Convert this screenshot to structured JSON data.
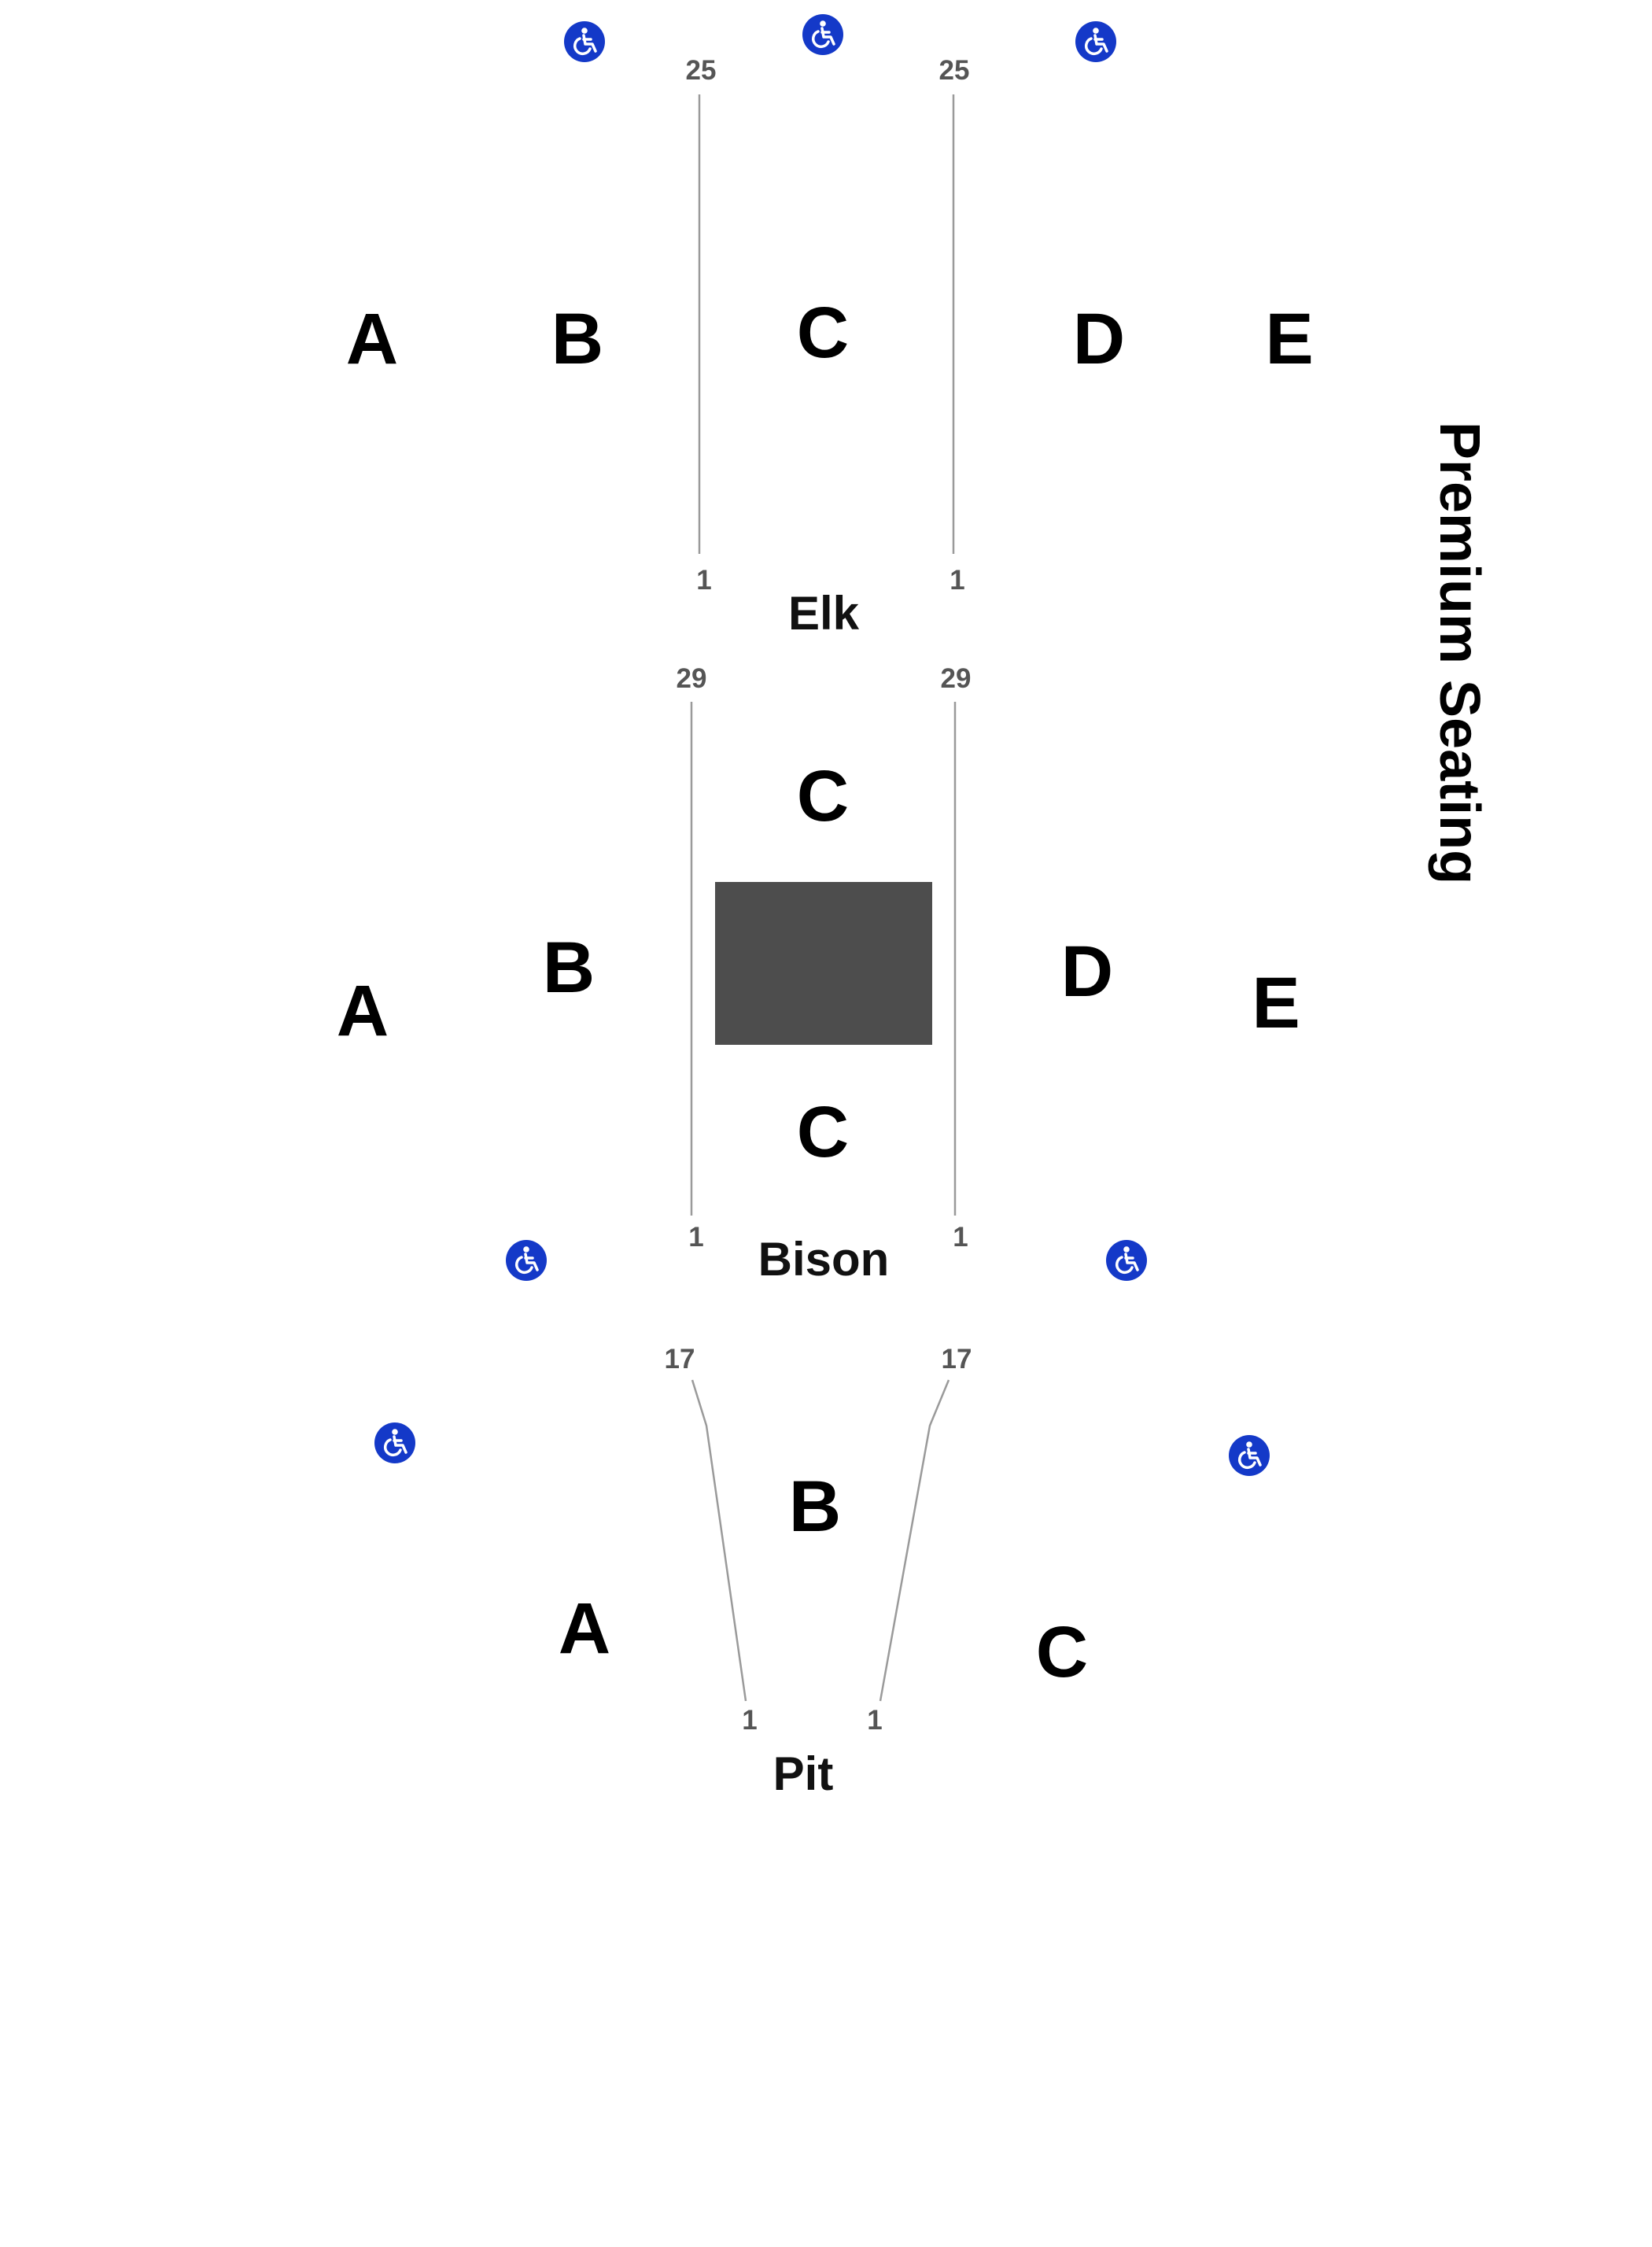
{
  "map": {
    "premium_label": "Premium Seating",
    "levels": {
      "elk": {
        "name": "Elk",
        "sections": [
          "A",
          "B",
          "C",
          "D",
          "E"
        ],
        "aisle_left": {
          "top": "25",
          "bottom": "1"
        },
        "aisle_right": {
          "top": "25",
          "bottom": "1"
        }
      },
      "bison": {
        "name": "Bison",
        "sections": [
          "A",
          "B",
          "C",
          "C",
          "D",
          "E"
        ],
        "aisle_left": {
          "top": "29",
          "bottom": "1"
        },
        "aisle_right": {
          "top": "29",
          "bottom": "1"
        }
      },
      "pit": {
        "name": "Pit",
        "sections": [
          "A",
          "B",
          "C"
        ],
        "aisle_left": {
          "top": "17",
          "bottom": "1"
        },
        "aisle_right": {
          "top": "17",
          "bottom": "1"
        }
      }
    },
    "colors": {
      "accessible_icon": "#1439c8",
      "stage": "#4d4d4d",
      "aisle_line": "#9a9a9a",
      "row_number": "#555555"
    },
    "icons": [
      "wheelchair-icon"
    ]
  }
}
